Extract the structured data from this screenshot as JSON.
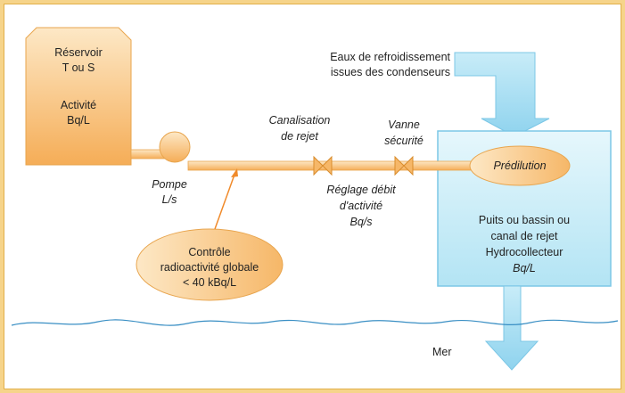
{
  "reservoir": {
    "line1": "Réservoir",
    "line2": "T ou S",
    "line3": "Activité",
    "line4": "Bq/L"
  },
  "cooling_water": {
    "line1": "Eaux de refroidissement",
    "line2": "issues des condenseurs"
  },
  "pump": {
    "line1": "Pompe",
    "line2": "L/s"
  },
  "pipe": {
    "line1": "Canalisation",
    "line2": "de rejet"
  },
  "valve": {
    "line1": "Vanne",
    "line2": "sécurité"
  },
  "flow_setting": {
    "line1": "Réglage débit",
    "line2": "d'activité",
    "line3": "Bq/s"
  },
  "predilution": {
    "label": "Prédilution"
  },
  "well": {
    "line1": "Puits ou bassin ou",
    "line2": "canal de rejet",
    "line3": "Hydrocollecteur",
    "line4": "Bq/L"
  },
  "control": {
    "line1": "Contrôle",
    "line2": "radioactivité globale",
    "line3": "< 40 kBq/L"
  },
  "sea": {
    "label": "Mer"
  },
  "colors": {
    "orange_light": "#fde2b8",
    "orange_dark": "#f4a94c",
    "blue_light": "#dff4fb",
    "blue_mid": "#9fdcf0",
    "blue_line": "#3a8fc4",
    "outline": "#e39a3a"
  }
}
